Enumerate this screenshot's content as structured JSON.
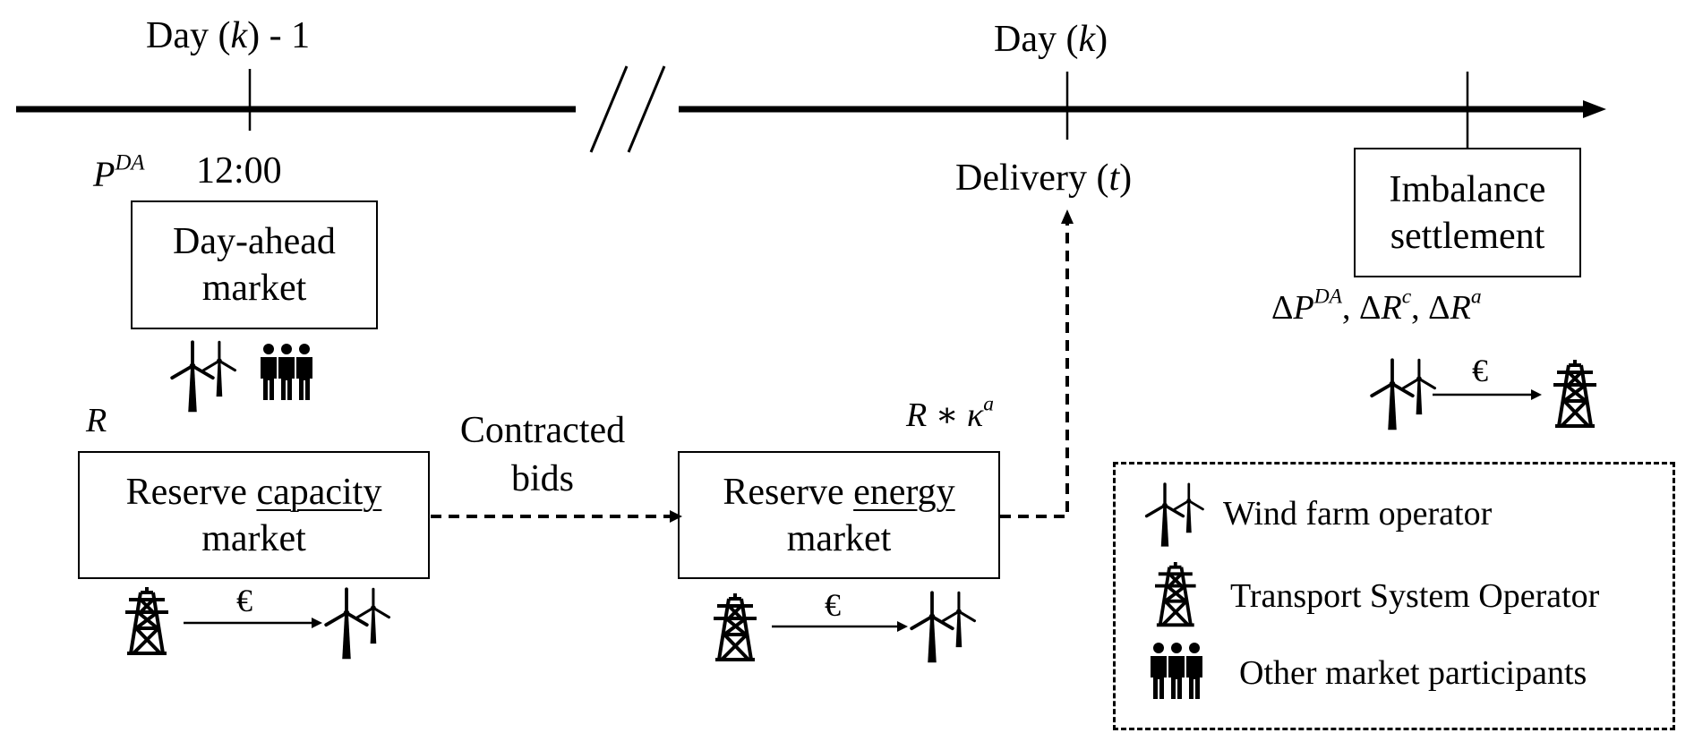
{
  "timeline": {
    "day_prev_label": "Day (k) - 1",
    "day_label": "Day (k)",
    "time_label": "12:00",
    "delivery_label": "Delivery (t)"
  },
  "markets": {
    "day_ahead": {
      "line1": "Day-ahead",
      "line2": "market"
    },
    "reserve_capacity": {
      "word1": "Reserve",
      "word2": "capacity",
      "line2": "market"
    },
    "reserve_energy": {
      "word1": "Reserve",
      "word2": "energy",
      "line2": "market"
    },
    "imbalance": {
      "line1": "Imbalance",
      "line2": "settlement"
    }
  },
  "flow": {
    "contracted_line1": "Contracted",
    "contracted_line2": "bids",
    "currency_symbol": "€"
  },
  "math": {
    "p_da": "P^DA",
    "r": "R",
    "r_kappa": "R * κ^a",
    "deltas": "ΔP^DA, ΔR^c, ΔR^a"
  },
  "legend": {
    "wind": "Wind farm operator",
    "tso": "Transport System Operator",
    "others": "Other market participants"
  },
  "icons": [
    "wind-turbine-icon",
    "transmission-tower-icon",
    "people-icon",
    "euro-icon"
  ]
}
